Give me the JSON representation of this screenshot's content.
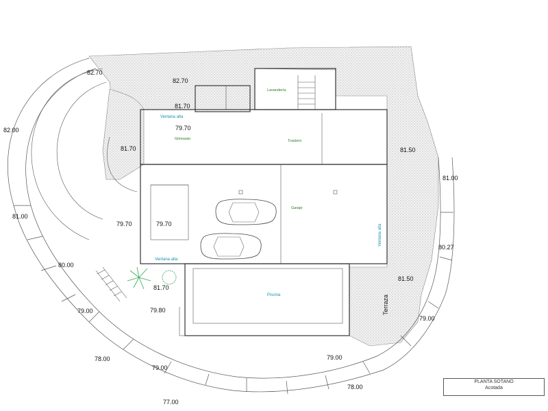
{
  "levels": {
    "l1": "82.70",
    "l2": "82.70",
    "l3": "81.70",
    "l4": "79.70",
    "l5": "82.00",
    "l6": "81.70",
    "l7": "81.50",
    "l8": "81.00",
    "l9": "81.00",
    "l10": "79.70",
    "l11": "79.70",
    "l12": "80.27",
    "l13": "80.00",
    "l14": "81.50",
    "l15": "81.70",
    "l16": "79.00",
    "l17": "79.80",
    "l18": "79.00",
    "l19": "78.00",
    "l20": "79.00",
    "l21": "79.00",
    "l22": "78.00",
    "l23": "77.00"
  },
  "labels": {
    "ventana_alta_top": "Ventana alta",
    "ventana_alta_bottom": "Ventana alta",
    "ventana_alta_right": "Ventana alta",
    "piscina": "Piscina",
    "terraza": "Terraza"
  },
  "title_block": {
    "title": "PLANTA SOTANO",
    "subtitle": "Acotada"
  },
  "colors": {
    "line": "#333333",
    "hatch": "#9a9a9a",
    "accent": "#1a8fb0",
    "plant": "#2fa84f"
  }
}
